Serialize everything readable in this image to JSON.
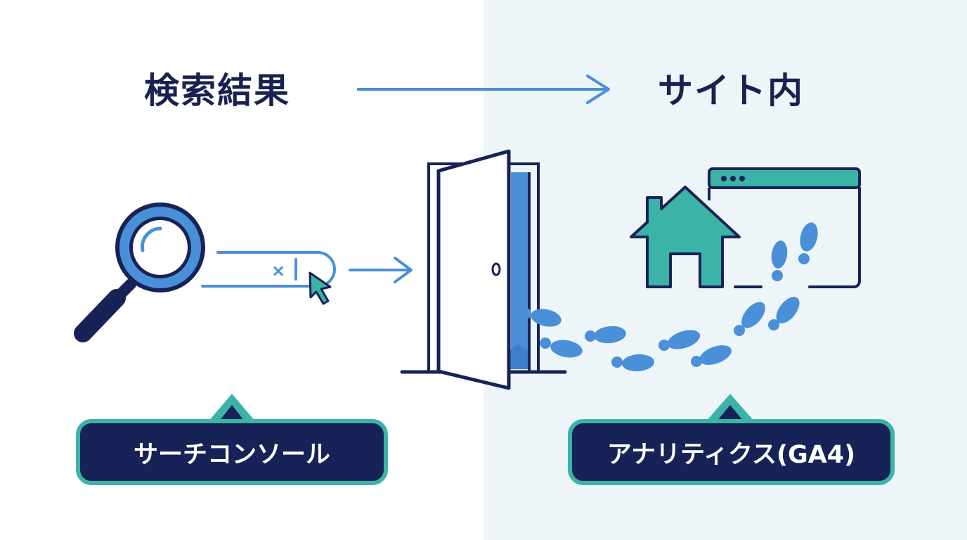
{
  "headings": {
    "left": "検索結果",
    "right": "サイト内"
  },
  "labels": {
    "left": "サーチコンソール",
    "right": "アナリティクス(GA4)"
  },
  "search_bar": {
    "clear_symbol": "×"
  },
  "colors": {
    "navy": "#172256",
    "teal": "#3bb3a6",
    "blue": "#4a90d9",
    "right_background": "#edf5f9"
  },
  "icons": [
    "magnifier-icon",
    "search-bar",
    "cursor-icon",
    "arrow-icon",
    "door-icon",
    "house-icon",
    "browser-window-icon",
    "footprints-icon"
  ]
}
